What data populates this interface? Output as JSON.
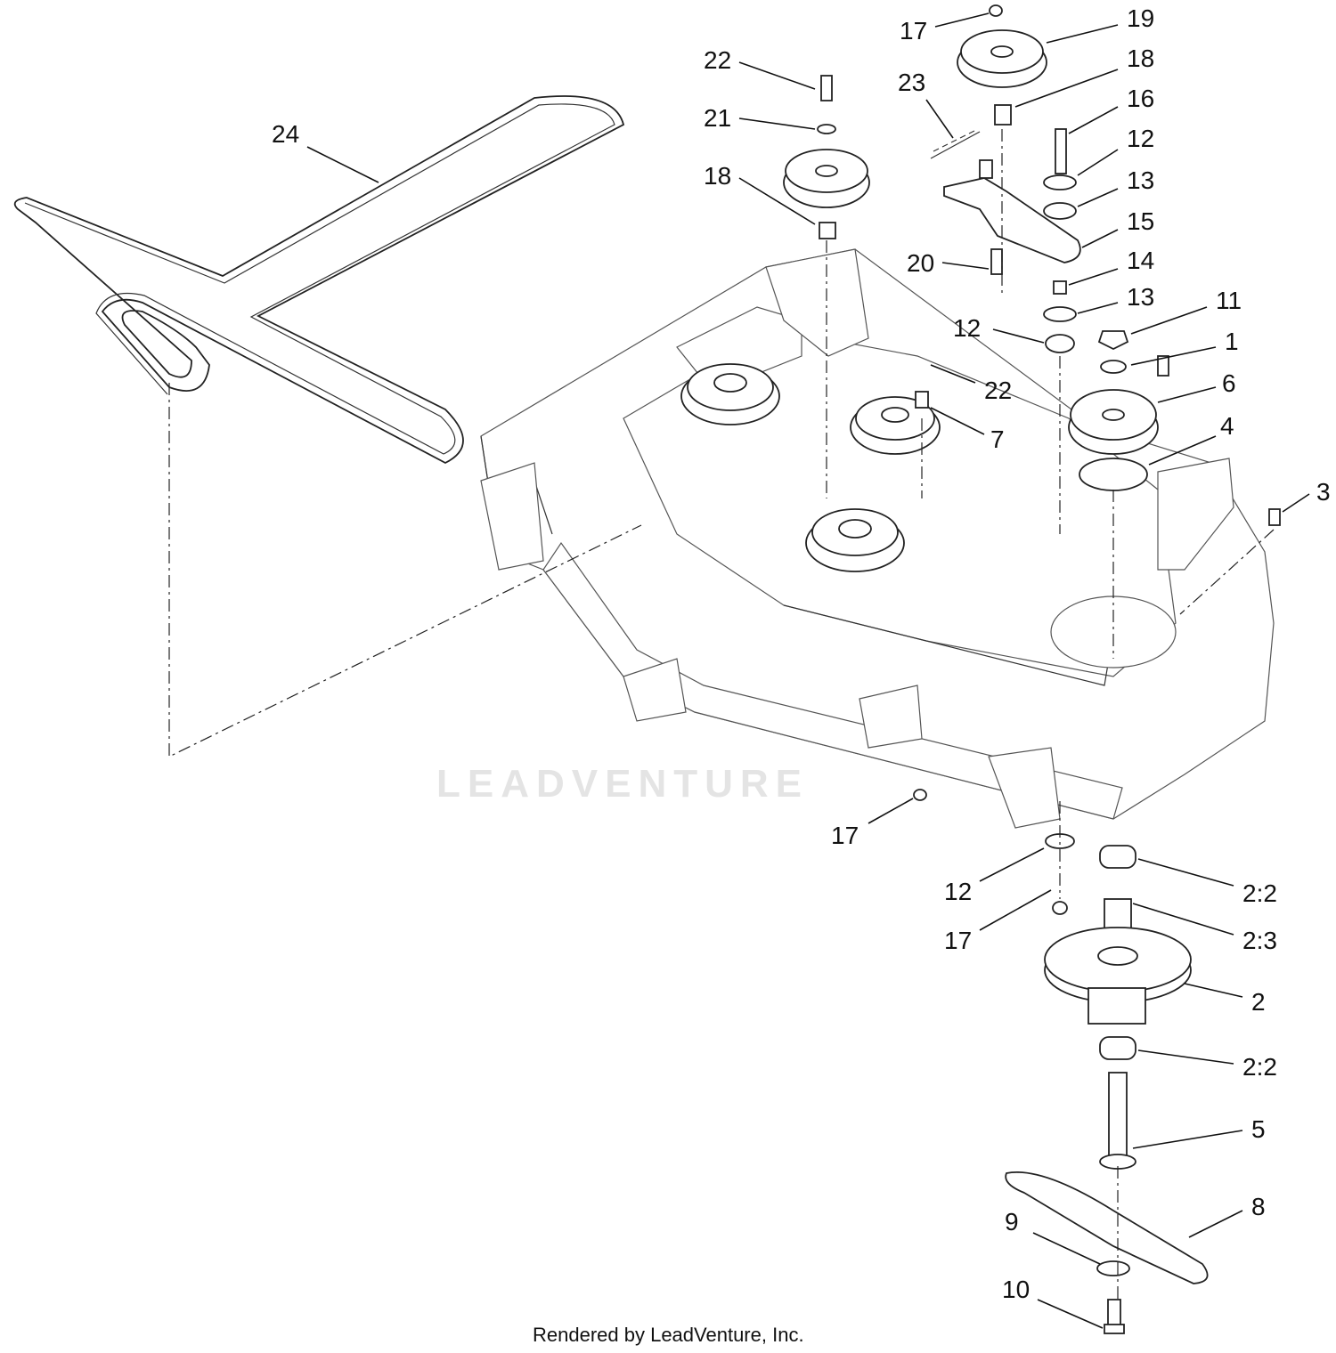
{
  "diagram": {
    "callouts": [
      {
        "label": "24"
      },
      {
        "label": "22"
      },
      {
        "label": "21"
      },
      {
        "label": "18"
      },
      {
        "label": "17"
      },
      {
        "label": "19"
      },
      {
        "label": "23"
      },
      {
        "label": "18"
      },
      {
        "label": "16"
      },
      {
        "label": "12"
      },
      {
        "label": "13"
      },
      {
        "label": "15"
      },
      {
        "label": "20"
      },
      {
        "label": "14"
      },
      {
        "label": "13"
      },
      {
        "label": "11"
      },
      {
        "label": "12"
      },
      {
        "label": "1"
      },
      {
        "label": "22"
      },
      {
        "label": "6"
      },
      {
        "label": "7"
      },
      {
        "label": "4"
      },
      {
        "label": "3"
      },
      {
        "label": "17"
      },
      {
        "label": "12"
      },
      {
        "label": "2:2"
      },
      {
        "label": "17"
      },
      {
        "label": "2:3"
      },
      {
        "label": "2"
      },
      {
        "label": "2:2"
      },
      {
        "label": "5"
      },
      {
        "label": "8"
      },
      {
        "label": "9"
      },
      {
        "label": "10"
      }
    ],
    "watermark": "LEADVENTURE",
    "footer": "Rendered by LeadVenture, Inc."
  }
}
